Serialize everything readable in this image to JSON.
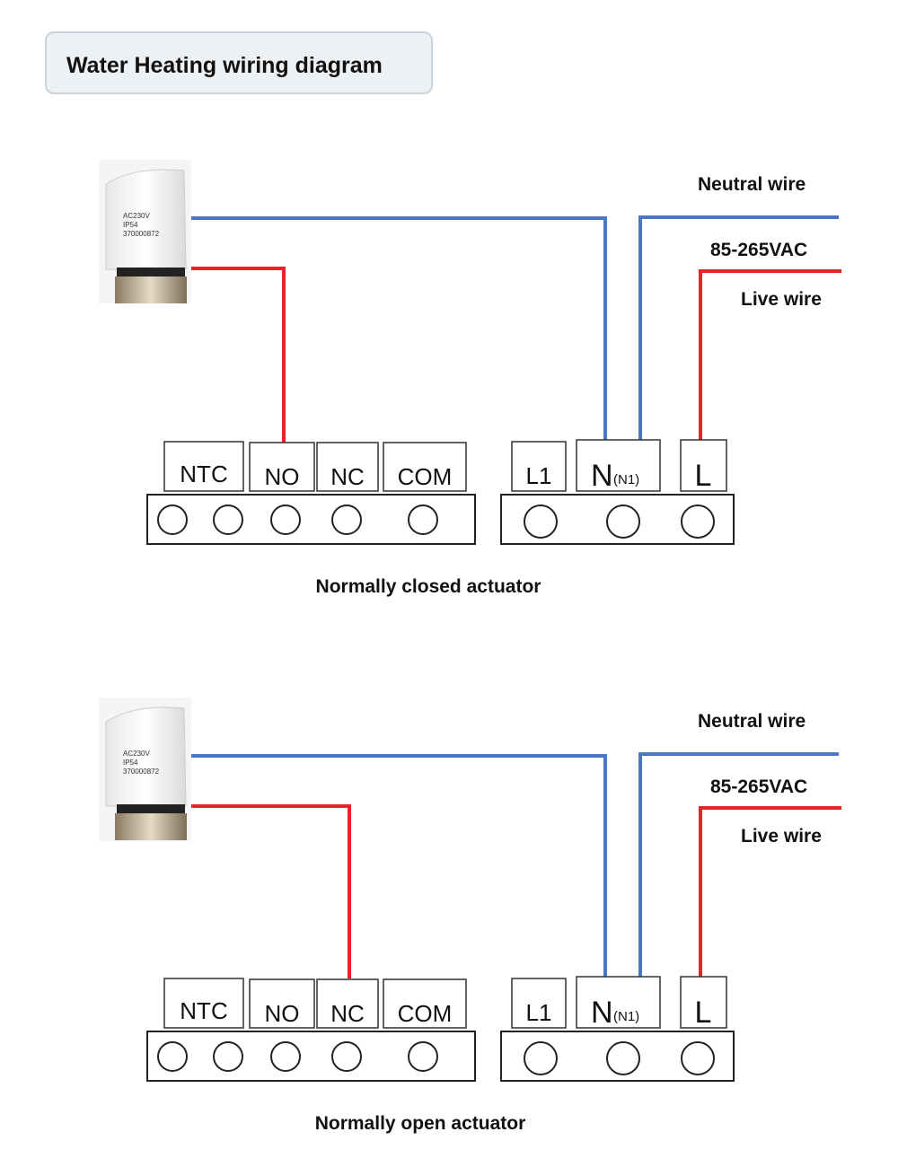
{
  "title": "Water Heating wiring diagram",
  "diagrams": [
    {
      "caption": "Normally closed actuator",
      "neutral_label": "Neutral wire",
      "voltage_label": "85-265VAC",
      "live_label": "Live wire",
      "left_terminals": [
        "NTC",
        "NO",
        "NC",
        "COM"
      ],
      "right_terminals": {
        "l1": "L1",
        "n": "N",
        "n_sub": "(N1)",
        "l": "L"
      },
      "actuator": {
        "line1": "AC230V",
        "line2": "IP54",
        "line3": "370000872"
      },
      "red_wire_terminal": "NO"
    },
    {
      "caption": "Normally open actuator",
      "neutral_label": "Neutral wire",
      "voltage_label": "85-265VAC",
      "live_label": "Live wire",
      "left_terminals": [
        "NTC",
        "NO",
        "NC",
        "COM"
      ],
      "right_terminals": {
        "l1": "L1",
        "n": "N",
        "n_sub": "(N1)",
        "l": "L"
      },
      "actuator": {
        "line1": "AC230V",
        "line2": "IP54",
        "line3": "370000872"
      },
      "red_wire_terminal": "NC"
    }
  ],
  "colors": {
    "neutral": "#4a76c4",
    "live": "#e8232a"
  }
}
